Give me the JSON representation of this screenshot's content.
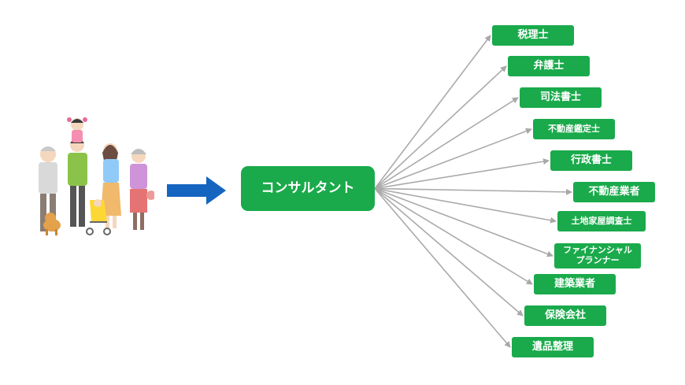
{
  "hub": {
    "label": "コンサルタント"
  },
  "targets": [
    {
      "label": "税理士"
    },
    {
      "label": "弁護士"
    },
    {
      "label": "司法書士"
    },
    {
      "label": "不動産鑑定士"
    },
    {
      "label": "行政書士"
    },
    {
      "label": "不動産業者"
    },
    {
      "label": "土地家屋調査士"
    },
    {
      "label": "ファイナンシャル\nプランナー"
    },
    {
      "label": "建築業者"
    },
    {
      "label": "保険会社"
    },
    {
      "label": "遺品整理"
    }
  ],
  "colors": {
    "box_fill": "#1aaa4b",
    "box_text": "#ffffff",
    "arrow_main": "#1565c0",
    "connector": "#aaaaaa"
  },
  "icons": {
    "family": "family-illustration-icon",
    "main_arrow": "right-arrow-icon"
  }
}
